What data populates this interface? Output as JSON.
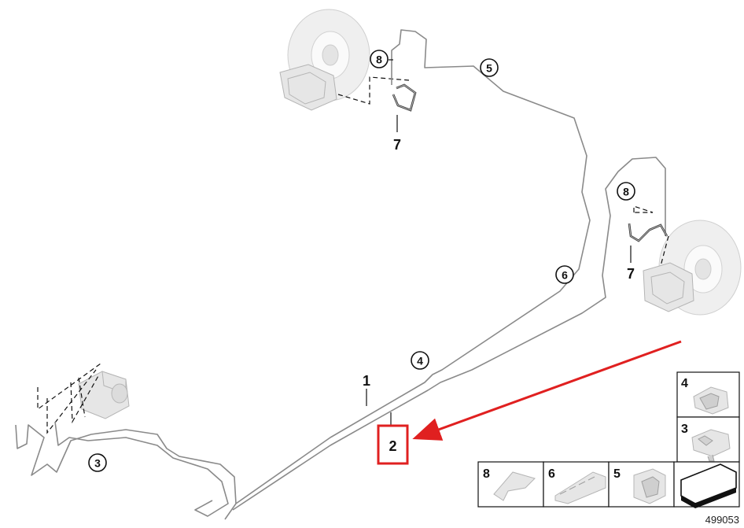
{
  "diagram_id": "499053",
  "callouts": {
    "main_line": "1",
    "clip": "2",
    "abs_circle": "3",
    "holder_mid": "4",
    "holder_top": "5",
    "holder_right": "6",
    "hose_top": "7",
    "hose_right": "7",
    "bracket_top": "8",
    "bracket_right": "8"
  },
  "thumbnails": {
    "t8": "8",
    "t6": "6",
    "t5": "5",
    "t4": "4",
    "t3": "3"
  },
  "colors": {
    "highlight": "#e02020",
    "arrow": "#e02020",
    "pipe": "#8a8a8a",
    "part_fill": "#e6e6e6"
  },
  "icons": [
    "brake-disc-icon",
    "caliper-icon",
    "abs-unit-icon",
    "arrow-icon",
    "clip-icon"
  ]
}
